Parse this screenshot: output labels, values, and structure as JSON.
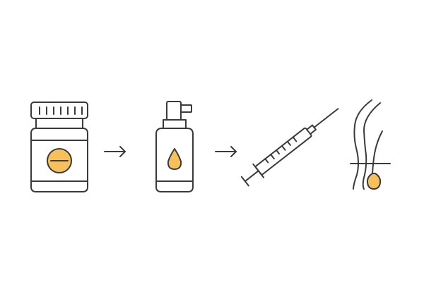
{
  "steps": [
    {
      "id": "pill-bottle",
      "icon": "pill-bottle-icon"
    },
    {
      "id": "spray-bottle",
      "icon": "spray-bottle-icon"
    },
    {
      "id": "syringe",
      "icon": "syringe-icon"
    },
    {
      "id": "hair-follicle",
      "icon": "hair-follicle-icon"
    }
  ],
  "connectors": [
    {
      "from": "pill-bottle",
      "to": "spray-bottle",
      "icon": "arrow-right-icon"
    },
    {
      "from": "spray-bottle",
      "to": "syringe",
      "icon": "arrow-right-icon"
    }
  ],
  "colors": {
    "stroke": "#3a3a3a",
    "accent": "#f6c15b",
    "background": "#ffffff"
  }
}
